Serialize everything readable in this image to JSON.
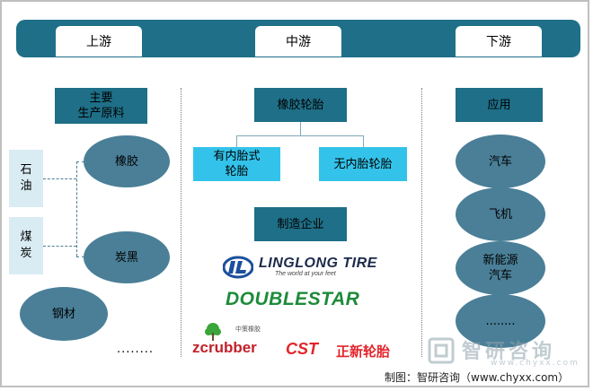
{
  "stages": {
    "upstream": "上游",
    "midstream": "中游",
    "downstream": "下游"
  },
  "upstream": {
    "header_line1": "主要",
    "header_line2": "生产原料",
    "side_oil": "石\n油",
    "side_coal": "煤\n炭",
    "oval_rubber": "橡胶",
    "oval_carbon_black": "炭黑",
    "oval_steel": "钢材",
    "more": "........"
  },
  "midstream": {
    "header": "橡胶轮胎",
    "tube_tire_line1": "有内胎式",
    "tube_tire_line2": "轮胎",
    "tubeless_tire": "无内胎轮胎",
    "manufacturers_header": "制造企业",
    "logos": {
      "linglong_name": "LINGLONG TIRE",
      "linglong_slogan": "The world at your feet",
      "doublestar": "DOUBLESTAR",
      "zc_small": "中策橡胶",
      "zc_main": "zcrubber",
      "cst_main": "CST",
      "cst_cn": "正新轮胎"
    }
  },
  "downstream": {
    "header": "应用",
    "app_car": "汽车",
    "app_aircraft": "飞机",
    "app_nev_line1": "新能源",
    "app_nev_line2": "汽车",
    "app_more": "........"
  },
  "watermark": {
    "cn": "智研咨询",
    "url": "www.chyxx.com"
  },
  "credit": "制图：智研咨询（www.chyxx.com）",
  "colors": {
    "dark_teal": "#1e6f87",
    "cyan": "#33c3ea",
    "oval": "#4a7f97",
    "light": "#d9ecf4",
    "doublestar_green": "#1d8b3a",
    "cst_red": "#e3242b"
  }
}
